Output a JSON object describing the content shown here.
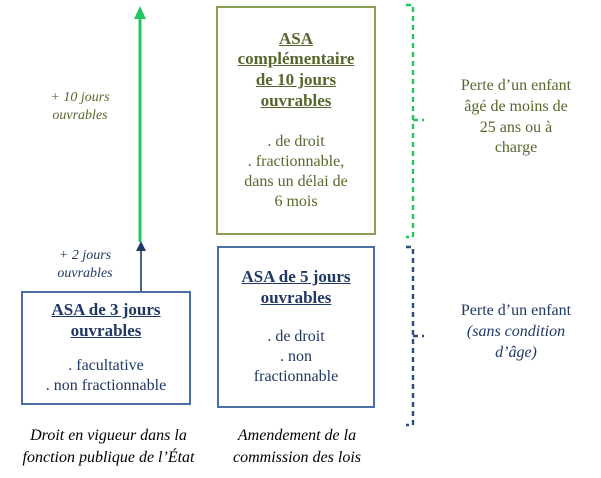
{
  "colors": {
    "green_border": "#8aa052",
    "green_text": "#55682c",
    "bright_green_arrow": "#22c55e",
    "blue_border": "#4a6fa5",
    "navy_text": "#1f3864",
    "background": "#ffffff",
    "black_text": "#000000"
  },
  "boxes": {
    "asa_complementaire": {
      "title_lines": [
        "ASA",
        "complémentaire",
        "de 10 jours",
        "ouvrables"
      ],
      "body_lines": [
        ". de droit",
        ". fractionnable,",
        "dans un délai de",
        "6 mois"
      ]
    },
    "asa_5_jours": {
      "title_lines": [
        "ASA de 5 jours",
        "ouvrables"
      ],
      "body_lines": [
        ". de droit",
        ". non",
        "fractionnable"
      ]
    },
    "asa_3_jours": {
      "title_lines": [
        "ASA de 3 jours",
        "ouvrables"
      ],
      "body_lines": [
        ". facultative",
        ". non fractionnable"
      ]
    }
  },
  "arrows": {
    "ten_days": {
      "caption_lines": [
        "+ 10 jours",
        "ouvrables"
      ],
      "icon": "up-arrow-icon",
      "color": "#22c55e"
    },
    "two_days": {
      "caption_lines": [
        "+ 2 jours",
        "ouvrables"
      ],
      "icon": "up-arrow-icon",
      "color": "#1f3864"
    }
  },
  "brackets": {
    "green": {
      "icon": "dashed-bracket-icon",
      "color": "#22c55e",
      "label_lines": [
        "Perte d’un enfant",
        "âgé de moins de",
        "25 ans ou à",
        "charge"
      ]
    },
    "navy": {
      "icon": "dashed-bracket-icon",
      "color": "#2f4b7c",
      "label_line_1": "Perte d’un enfant",
      "label_line_2": "(sans condition",
      "label_line_3": "d’âge)"
    }
  },
  "bottom_captions": {
    "left_lines": [
      "Droit en vigueur dans la",
      "fonction publique de l’État"
    ],
    "right_lines": [
      "Amendement de la",
      "commission des lois"
    ]
  }
}
